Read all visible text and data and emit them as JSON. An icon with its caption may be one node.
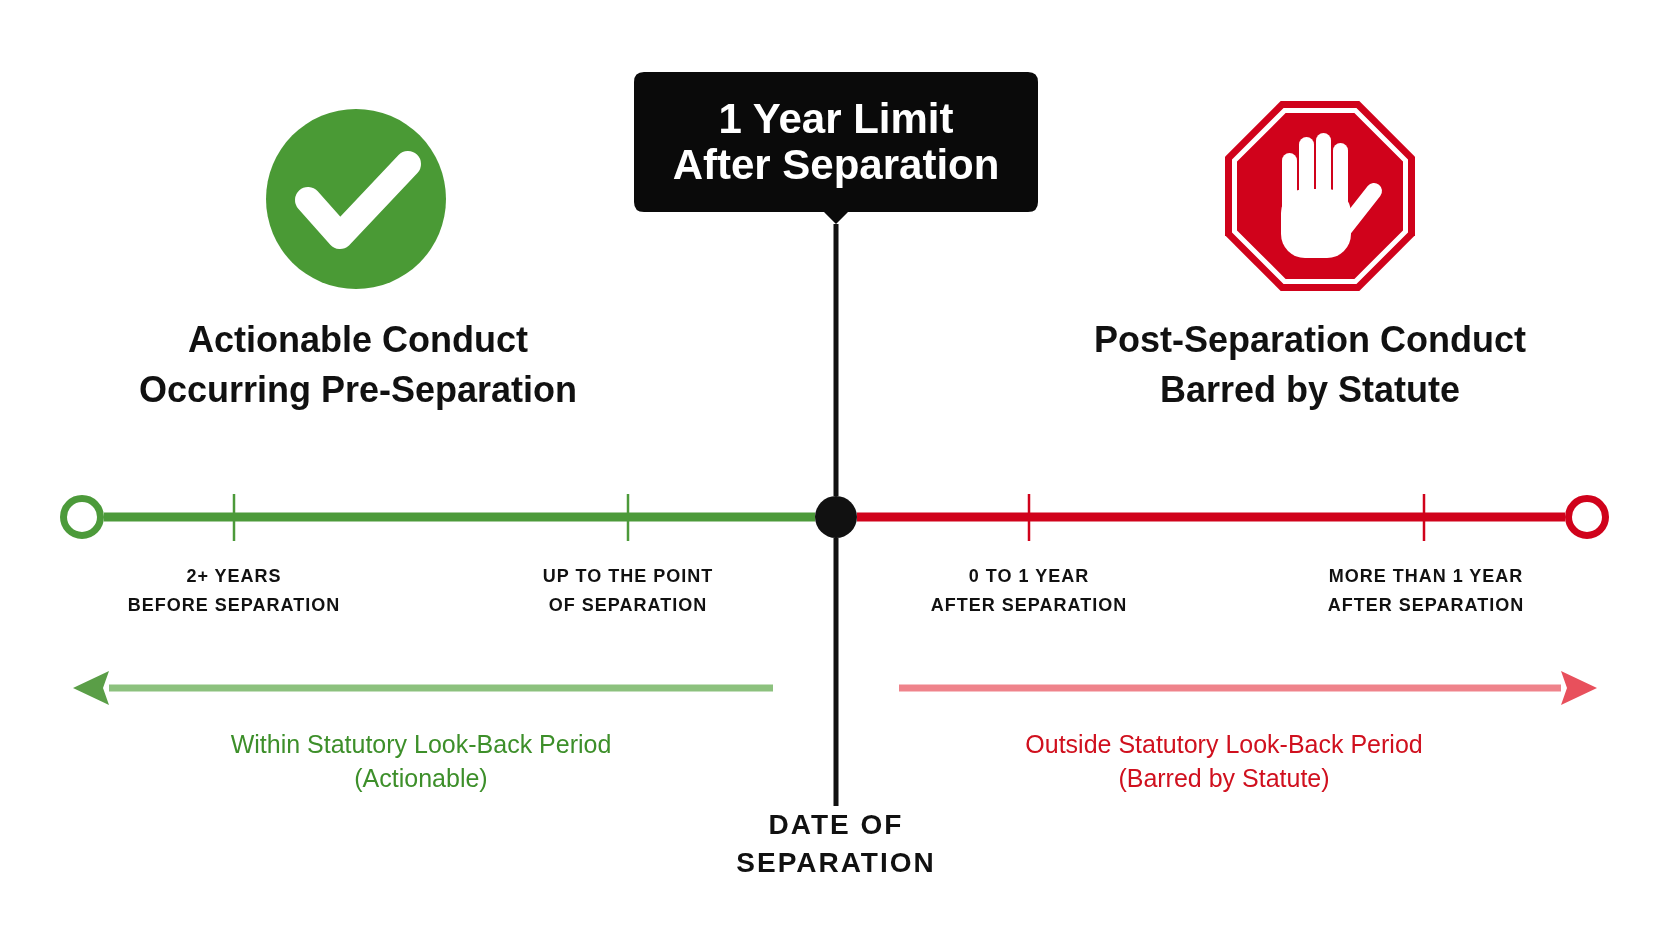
{
  "diagram": {
    "nodes": [
      {
        "text": [
          "1 Year Limit After Separation"
        ]
      },
      {
        "text": [],
        "shape": "circle"
      },
      {
        "text": [],
        "shape": "circle"
      },
      {
        "text": [],
        "shape": "circle"
      },
      {
        "text": [
          "DATE OF SEPARATION"
        ]
      }
    ],
    "edges": [
      {
        "from": 0,
        "to": 2,
        "arrow": "none"
      },
      {
        "from": 1,
        "to": 2,
        "arrow": "none",
        "style": "thick",
        "color": "#4c9a3a"
      },
      {
        "from": 2,
        "to": 3,
        "arrow": "none",
        "style": "thick",
        "color": "#d0021b"
      },
      {
        "from": 2,
        "to": 4,
        "arrow": "none"
      }
    ],
    "labels": [
      "Actionable Conduct Occurring Pre-Separation",
      "Post-Separation Conduct Barred by Statute",
      "2+ YEARS BEFORE SEPARATION",
      "UP TO THE POINT OF SEPARATION",
      "0 TO 1 YEAR AFTER SEPARATION",
      "MORE THAN 1 YEAR AFTER SEPARATION",
      "Within Statutory Look-Back Period (Actionable)",
      "Outside Statutory Look-Back Period (Barred by Statute)"
    ]
  }
}
